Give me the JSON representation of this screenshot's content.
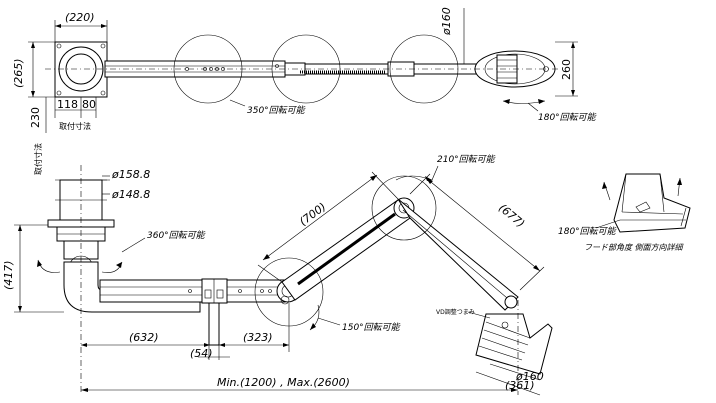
{
  "dimensions": {
    "top_width_220": "(220)",
    "top_height_265": "(265)",
    "mount_118": "118",
    "mount_80": "80",
    "mount_230": "230",
    "diameter_160_top": "ø160",
    "height_260": "260",
    "dia_158_8": "ø158.8",
    "dia_148_8": "ø148.8",
    "height_417": "(417)",
    "arm_700": "(700)",
    "arm_677": "(677)",
    "run_632": "(632)",
    "run_323": "(323)",
    "support_54": "(54)",
    "overall_length": "Min.(1200) , Max.(2600)",
    "diameter_160_hood": "ø160",
    "hood_361": "(361)"
  },
  "notes": {
    "mount_dim_top": "取付寸法",
    "mount_dim_side": "取付寸法",
    "rot_350": "350°回転可能",
    "rot_180_top": "180°回転可能",
    "rot_360": "360°回転可能",
    "rot_210": "210°回転可能",
    "rot_150": "150°回転可能",
    "rot_180_detail": "180°回転可能",
    "hood_detail": "フード部角度  側面方向詳細",
    "damper_label": "VD調整つまみ"
  }
}
